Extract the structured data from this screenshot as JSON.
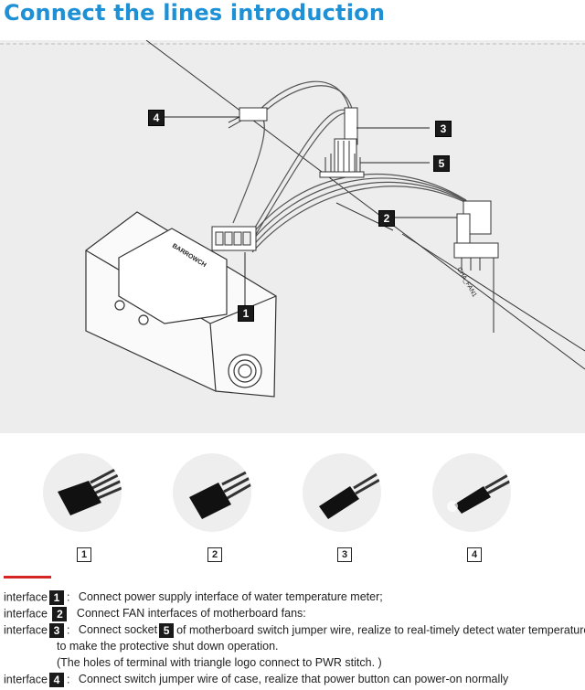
{
  "title": "Connect the lines introduction",
  "diagram": {
    "callouts": [
      "1",
      "2",
      "3",
      "4",
      "5"
    ],
    "header_label": "CHA_FAN1",
    "product_logo": "BARROWCH"
  },
  "connectors": [
    {
      "label": "1"
    },
    {
      "label": "2"
    },
    {
      "label": "3"
    },
    {
      "label": "4"
    }
  ],
  "interfaces": [
    {
      "prefix": "interface",
      "num": "1",
      "sep": ":",
      "text": "Connect power supply interface of water temperature meter;"
    },
    {
      "prefix": "interface",
      "num": "2",
      "sep": "",
      "text": "Connect FAN interfaces of motherboard fans:"
    },
    {
      "prefix": "interface",
      "num": "3",
      "sep": ":",
      "text_a": "Connect socket",
      "num_b": "5",
      "text_b": "of motherboard switch jumper wire, realize to real-timely detect water temperature",
      "cont1": "to make the protective shut down operation.",
      "cont2": "(The holes of terminal with triangle logo connect to PWR stitch. )"
    },
    {
      "prefix": "interface",
      "num": "4",
      "sep": ":",
      "text": "Connect switch jumper wire of case, realize that power button can power-on normally"
    }
  ]
}
